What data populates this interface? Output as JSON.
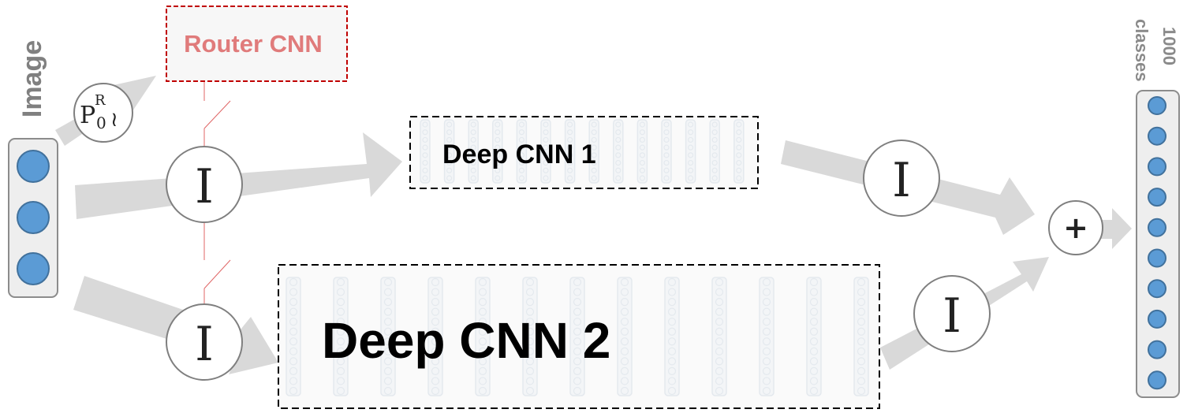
{
  "diagram": {
    "input_label": "Image",
    "router_label": "Router CNN",
    "deep_cnn_1_label": "Deep CNN 1",
    "deep_cnn_2_label": "Deep CNN 2",
    "output_label_count": "1000",
    "output_label_unit": "classes",
    "input_node_count": 3,
    "output_node_count": 10,
    "sampling_symbol": {
      "base": "P",
      "superscript": "R",
      "subscript": "0",
      "tilde": "≀"
    },
    "gate_symbol": "I",
    "combine_symbol": "+",
    "colors": {
      "node_fill": "#5b9bd5",
      "node_stroke": "#41719c",
      "arrow": "#d9d9d9",
      "router_border": "#c00000",
      "router_text": "#e07b7b",
      "routing_line": "#e06666",
      "column_stroke": "#e4e9ee",
      "label_gray": "#808080"
    }
  }
}
